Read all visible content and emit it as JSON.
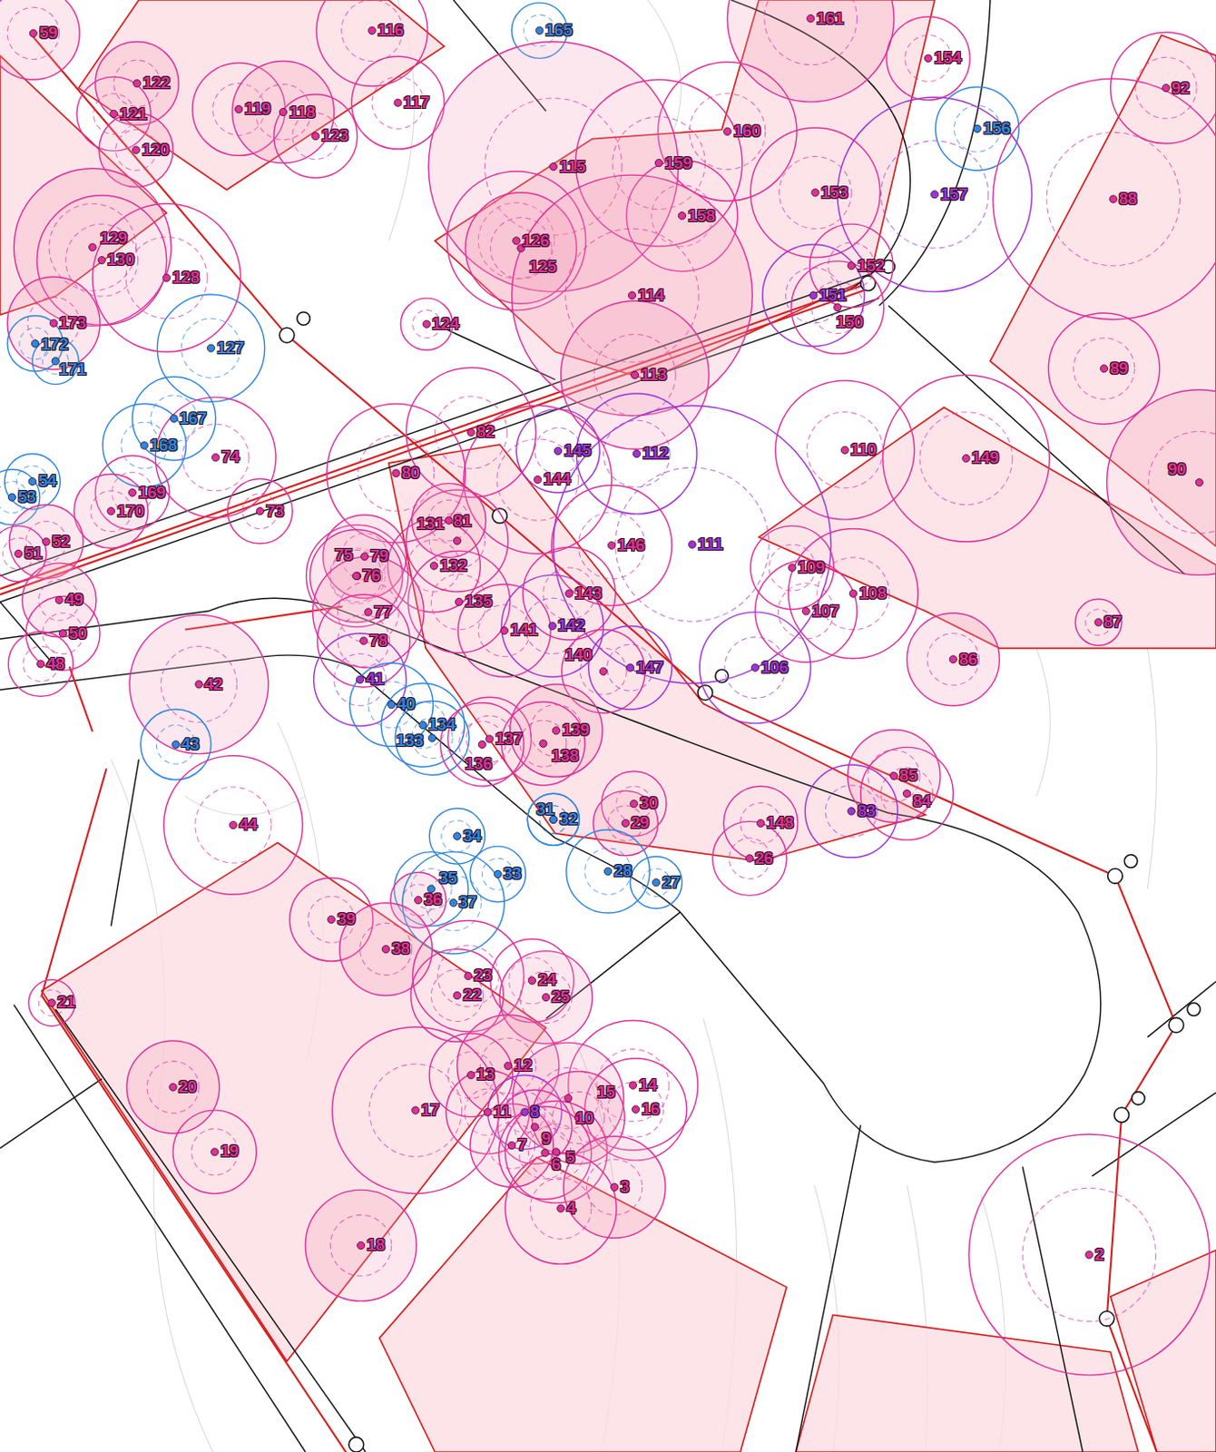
{
  "diagram": {
    "labels": [
      "59",
      "116",
      "165",
      "161",
      "154",
      "92",
      "122",
      "121",
      "119",
      "118",
      "117",
      "123",
      "120",
      "156",
      "160",
      "115",
      "159",
      "153",
      "157",
      "88",
      "158",
      "129",
      "130",
      "126",
      "125",
      "128",
      "152",
      "114",
      "151",
      "150",
      "173",
      "124",
      "172",
      "171",
      "127",
      "89",
      "113",
      "167",
      "82",
      "145",
      "112",
      "110",
      "168",
      "149",
      "74",
      "90",
      "80",
      "144",
      "54",
      "169",
      "53",
      "170",
      "73",
      "131",
      "81",
      "146",
      "111",
      "52",
      "51",
      "75",
      "79",
      "109",
      "132",
      "76",
      "108",
      "143",
      "49",
      "135",
      "107",
      "77",
      "87",
      "141",
      "142",
      "50",
      "78",
      "86",
      "48",
      "140",
      "147",
      "106",
      "41",
      "42",
      "40",
      "134",
      "133",
      "43",
      "137",
      "139",
      "136",
      "138",
      "85",
      "30",
      "84",
      "31",
      "32",
      "148",
      "29",
      "83",
      "44",
      "34",
      "26",
      "28",
      "33",
      "35",
      "27",
      "36",
      "37",
      "39",
      "38",
      "23",
      "24",
      "25",
      "22",
      "21",
      "12",
      "13",
      "14",
      "15",
      "16",
      "17",
      "20",
      "11",
      "8",
      "10",
      "9",
      "19",
      "7",
      "5",
      "6",
      "3",
      "4",
      "2",
      "18"
    ]
  }
}
